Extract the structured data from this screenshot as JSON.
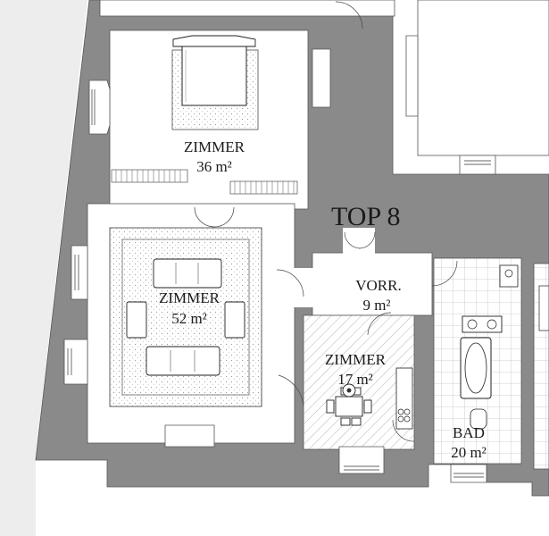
{
  "plan": {
    "title": "TOP 8",
    "rooms": [
      {
        "id": "zimmer-36",
        "name": "ZIMMER",
        "area": "36 m²"
      },
      {
        "id": "zimmer-52",
        "name": "ZIMMER",
        "area": "52 m²"
      },
      {
        "id": "vorr",
        "name": "VORR.",
        "area": "9 m²"
      },
      {
        "id": "zimmer-17",
        "name": "ZIMMER",
        "area": "17 m²"
      },
      {
        "id": "bad",
        "name": "BAD",
        "area": "20 m²"
      }
    ]
  },
  "colors": {
    "background": "#ededed",
    "paper": "#ffffff",
    "wall": "#8a8a8a",
    "ink": "#1a1a1a"
  }
}
